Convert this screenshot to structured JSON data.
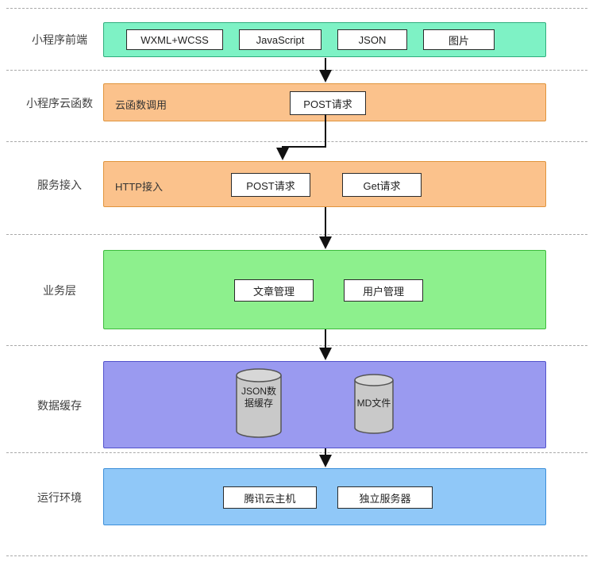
{
  "diagram": {
    "rows": [
      {
        "label": "小程序前端",
        "items": [
          "WXML+WCSS",
          "JavaScript",
          "JSON",
          "图片"
        ],
        "fill": "#7ef2c5",
        "border": "#2fae7d"
      },
      {
        "label": "小程序云函数",
        "band_text": "云函数调用",
        "items": [
          "POST请求"
        ],
        "fill": "#fbc28c",
        "border": "#e0943c"
      },
      {
        "label": "服务接入",
        "band_text": "HTTP接入",
        "items": [
          "POST请求",
          "Get请求"
        ],
        "fill": "#fbc28c",
        "border": "#e0943c"
      },
      {
        "label": "业务层",
        "items": [
          "文章管理",
          "用户管理"
        ],
        "fill": "#8df08d",
        "border": "#3dbb3d"
      },
      {
        "label": "数据缓存",
        "cylinders": [
          "JSON数据缓存",
          "MD文件"
        ],
        "fill": "#9a9af0",
        "border": "#5252cc"
      },
      {
        "label": "运行环境",
        "items": [
          "腾讯云主机",
          "独立服务器"
        ],
        "fill": "#90c8f8",
        "border": "#3d8fd9"
      }
    ],
    "connector_color": "#111111",
    "separator_color": "#a9a9a9",
    "cylinder_fill": "#c9c9c9"
  }
}
